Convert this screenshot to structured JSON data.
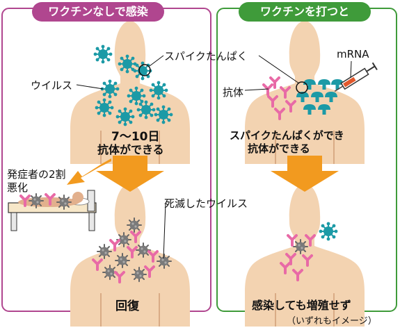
{
  "left_panel": {
    "title": "ワクチンなしで感染",
    "virus_label": "ウイルス",
    "spike_label": "スパイクたんぱく",
    "timing_line1": "7～10日",
    "timing_line2": "抗体ができる",
    "severe_line1": "発症者の2割",
    "severe_line2": "悪化",
    "dead_virus_label": "死滅したウイルス",
    "outcome": "回復"
  },
  "right_panel": {
    "title": "ワクチンを打つと",
    "mrna_label": "mRNA",
    "antibody_label": "抗体",
    "result_line1": "スパイクたんぱくができ",
    "result_line2": "抗体ができる",
    "outcome": "感染しても増殖せず"
  },
  "footnote": "（いずれもイメージ）",
  "colors": {
    "left_frame": "#b0468f",
    "right_frame": "#3f9b3a",
    "skin": "#f3d3b1",
    "virus": "#1c9aa6",
    "antibody": "#e86aa6",
    "arrow": "#f29a1f",
    "dead_virus": "#777777"
  }
}
